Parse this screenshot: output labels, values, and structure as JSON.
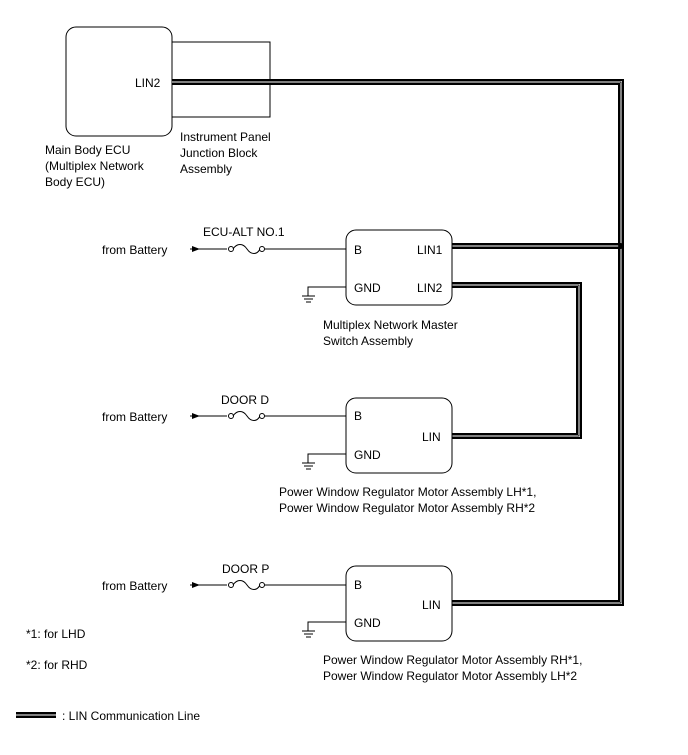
{
  "main_ecu": {
    "pin": "LIN2",
    "caption": [
      "Main Body ECU",
      "(Multiplex Network",
      "Body ECU)"
    ]
  },
  "junction_block": {
    "caption": [
      "Instrument Panel",
      "Junction Block",
      "Assembly"
    ]
  },
  "master_switch": {
    "pins": {
      "b": "B",
      "gnd": "GND",
      "lin1": "LIN1",
      "lin2": "LIN2"
    },
    "fuse": "ECU-ALT NO.1",
    "source": "from Battery",
    "caption": [
      "Multiplex Network Master",
      "Switch Assembly"
    ]
  },
  "door_d": {
    "pins": {
      "b": "B",
      "gnd": "GND",
      "lin": "LIN"
    },
    "fuse": "DOOR D",
    "source": "from Battery",
    "caption": [
      "Power Window Regulator Motor Assembly LH*1,",
      "Power Window Regulator Motor Assembly RH*2"
    ]
  },
  "door_p": {
    "pins": {
      "b": "B",
      "gnd": "GND",
      "lin": "LIN"
    },
    "fuse": "DOOR P",
    "source": "from Battery",
    "caption": [
      "Power Window Regulator Motor Assembly RH*1,",
      "Power Window Regulator Motor Assembly LH*2"
    ]
  },
  "notes": [
    "*1: for LHD",
    "*2: for RHD"
  ],
  "legend": {
    "label": ": LIN Communication Line"
  }
}
